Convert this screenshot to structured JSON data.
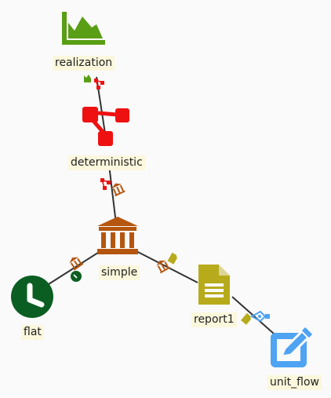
{
  "diagram": {
    "nodes": [
      {
        "id": "realization",
        "label": "realization",
        "icon": "area-chart-icon",
        "color": "#5a9e16"
      },
      {
        "id": "deterministic",
        "label": "deterministic",
        "icon": "network-icon",
        "color": "#ee1111"
      },
      {
        "id": "simple",
        "label": "simple",
        "icon": "bank-icon",
        "color": "#b5560f"
      },
      {
        "id": "flat",
        "label": "flat",
        "icon": "clock-icon",
        "color": "#0b5e22"
      },
      {
        "id": "report1",
        "label": "report1",
        "icon": "document-icon",
        "color": "#b7ab1c"
      },
      {
        "id": "unit_flow",
        "label": "unit_flow",
        "icon": "edit-icon",
        "color": "#4ea3f2"
      }
    ],
    "edges": [
      {
        "from": "realization",
        "to": "deterministic"
      },
      {
        "from": "deterministic",
        "to": "simple"
      },
      {
        "from": "simple",
        "to": "flat"
      },
      {
        "from": "simple",
        "to": "report1"
      },
      {
        "from": "report1",
        "to": "unit_flow"
      }
    ],
    "colors": {
      "edge": "#333333",
      "label_bg": "#fbf7dc",
      "background": "#fafafa"
    }
  }
}
